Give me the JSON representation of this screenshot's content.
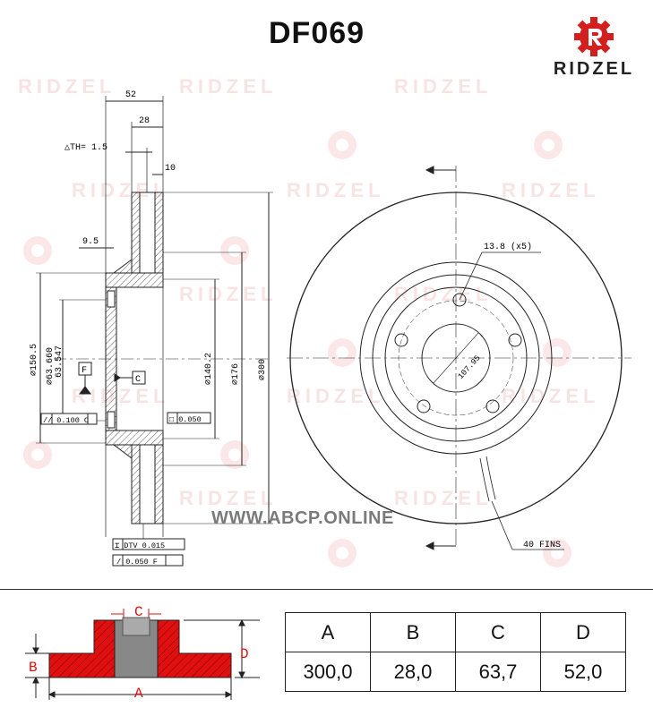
{
  "part_number": "DF069",
  "brand": {
    "name": "RIDZEL",
    "color": "#d41f1f"
  },
  "watermark_text": "RIDZEL",
  "website": "WWW.ABCP.ONLINE",
  "drawing": {
    "dim_52": "52",
    "dim_28": "28",
    "dim_th": "△TH= 1.5",
    "dim_10": "10",
    "dim_9_5": "9.5",
    "dim_150_5": "⌀150.5",
    "dim_63_660": "⌀63.660",
    "dim_63_547": "63.547",
    "dim_140_2": "⌀140.2",
    "dim_176": "⌀176",
    "dim_300": "⌀300",
    "datum_f": "F",
    "datum_c": "C",
    "tol_parallel": "// 0.100 C",
    "tol_flat": "□ 0.050",
    "tol_dtv": "⌶ DTV 0.015",
    "tol_runout": "/ 0.050 F",
    "bolt_hole": "13.8 (x5)",
    "pcd": "107.95",
    "fins": "40 FINS"
  },
  "legend": {
    "a": "A",
    "b": "B",
    "c": "C",
    "d": "D",
    "accent": "#e01010"
  },
  "spec_table": {
    "headers": [
      "A",
      "B",
      "C",
      "D"
    ],
    "values": [
      "300,0",
      "28,0",
      "63,7",
      "52,0"
    ]
  }
}
